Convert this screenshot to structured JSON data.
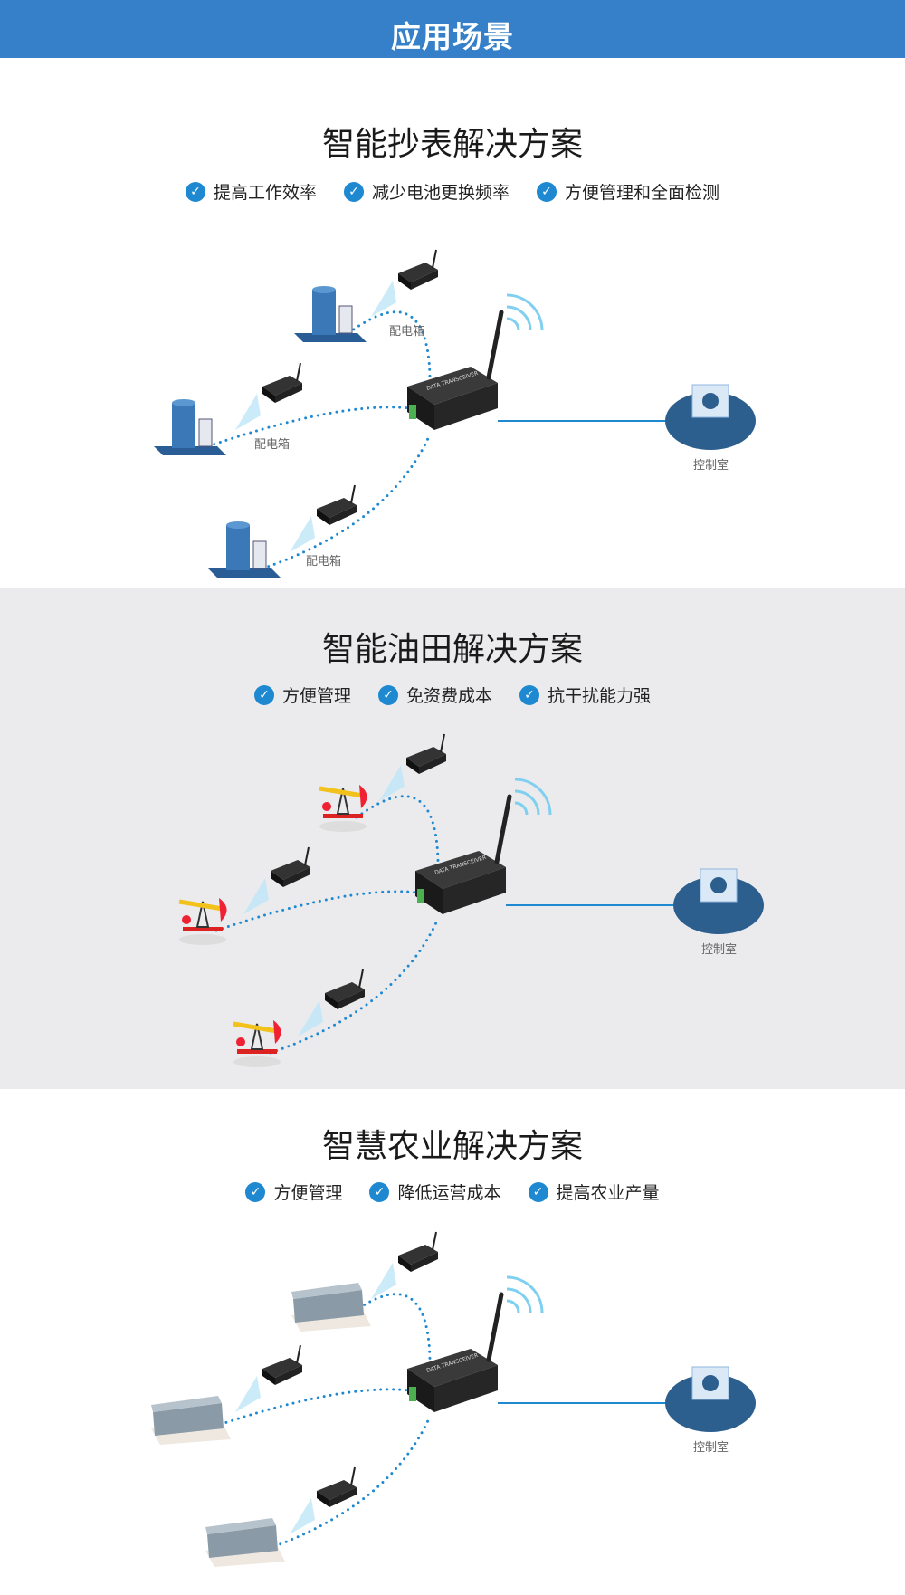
{
  "header": {
    "title": "应用场景"
  },
  "sections": [
    {
      "title": "智能抄表解决方案",
      "features": [
        "提高工作效率",
        "减少电池更换频率",
        "方便管理和全面检测"
      ],
      "source_label": "配电箱",
      "source_type": "building",
      "control_label": "控制室"
    },
    {
      "title": "智能油田解决方案",
      "features": [
        "方便管理",
        "免资费成本",
        "抗干扰能力强"
      ],
      "source_label": "",
      "source_type": "pumpjack",
      "control_label": "控制室"
    },
    {
      "title": "智慧农业解决方案",
      "features": [
        "方便管理",
        "降低运营成本",
        "提高农业产量"
      ],
      "source_label": "",
      "source_type": "greenhouse",
      "control_label": "控制室"
    }
  ],
  "device": {
    "print": "DATA TRANSCEIVER"
  },
  "colors": {
    "brand": "#3580c8",
    "check": "#1e88d0",
    "link": "#1e88d0",
    "wifi": "#7fd0f0",
    "alt_bg": "#ebebed"
  }
}
